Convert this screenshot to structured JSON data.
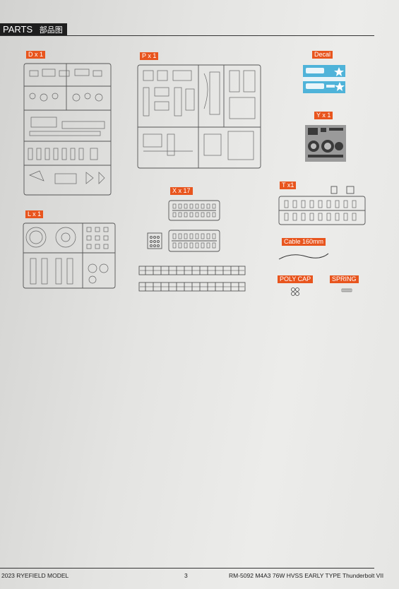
{
  "header": {
    "title": "PARTS",
    "title_cn": "部品图"
  },
  "sprues": {
    "D": "D x 1",
    "P": "P x 1",
    "decal": "Decal",
    "Y": "Y x 1",
    "X": "X x 17",
    "T": "T x1",
    "L": "L x 1",
    "cable": "Cable 160mm",
    "polycap": "POLY CAP",
    "spring": "SPRING"
  },
  "footer": {
    "copyright": "2023 RYEFIELD MODEL",
    "page_number": "3",
    "product": "RM-5092 M4A3 76W HVSS EARLY TYPE Thunderbolt VII"
  },
  "colors": {
    "accent": "#e8551e",
    "header_bg": "#1e1e1e",
    "decal_blue": "#4fb3d9"
  }
}
